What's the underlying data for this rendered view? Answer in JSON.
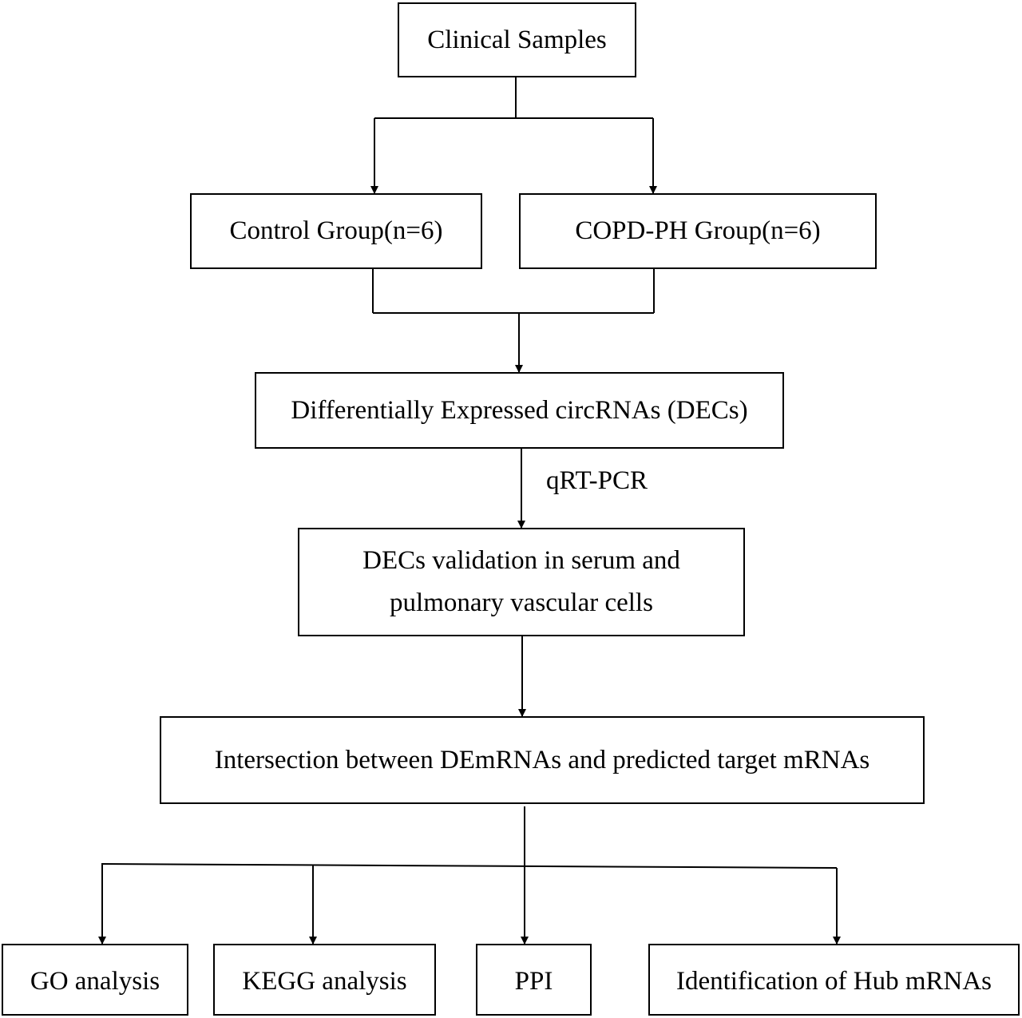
{
  "diagram": {
    "nodes": {
      "clinical_samples": "Clinical Samples",
      "control_group": "Control Group(n=6)",
      "copd_ph_group": "COPD-PH Group(n=6)",
      "decs": "Differentially Expressed circRNAs (DECs)",
      "validation_line1": "DECs validation in serum and",
      "validation_line2": "pulmonary vascular cells",
      "intersection": "Intersection between DEmRNAs and predicted target mRNAs",
      "go": "GO analysis",
      "kegg": "KEGG analysis",
      "ppi": "PPI",
      "hub": "Identification of Hub mRNAs"
    },
    "edge_labels": {
      "qrt_pcr": "qRT-PCR"
    }
  }
}
